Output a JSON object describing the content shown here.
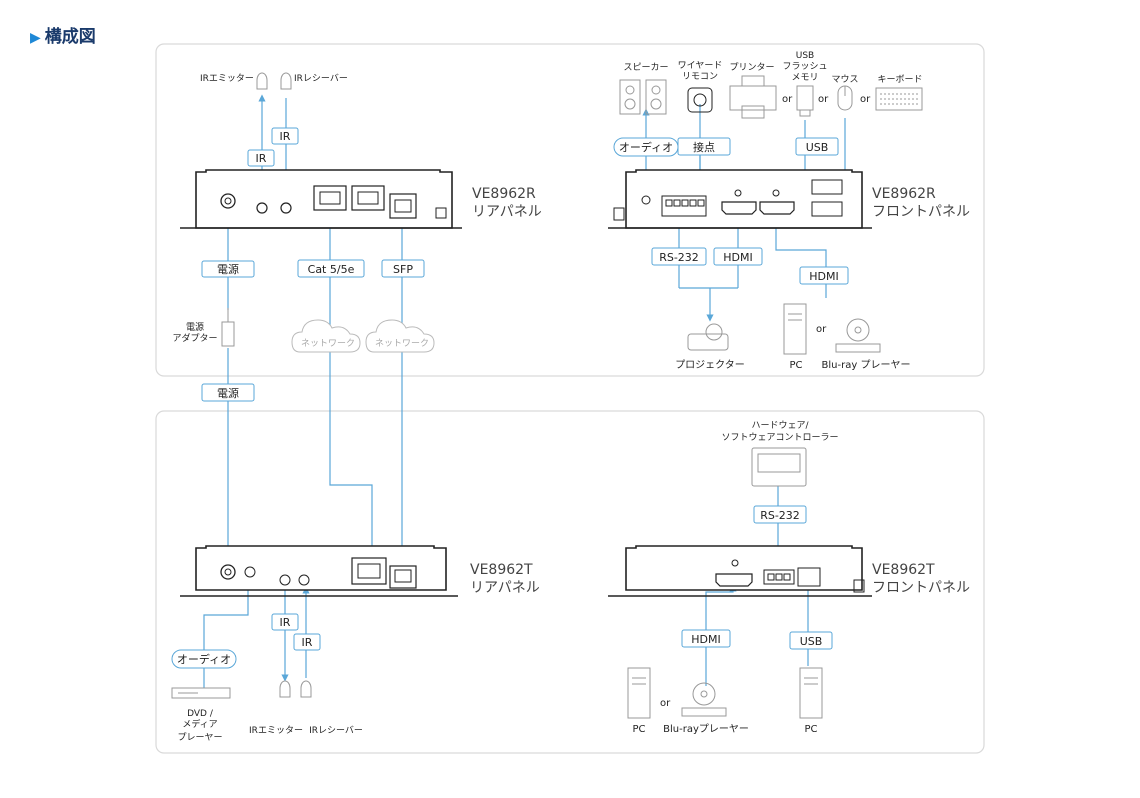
{
  "section_title": "構成図",
  "upper_panel": {
    "device_model": "VE8962R",
    "rear_label": "リアパネル",
    "front_label": "フロントパネル",
    "ir_emitter": "IRエミッター",
    "ir_receiver": "IRレシーバー",
    "tag_ir": "IR",
    "tag_power": "電源",
    "tag_cat": "Cat 5/5e",
    "tag_sfp": "SFP",
    "network": "ネットワーク",
    "power_adapter": [
      "電源",
      "アダプター"
    ],
    "speaker": "スピーカー",
    "wired_remote": [
      "ワイヤード",
      "リモコン"
    ],
    "printer": "プリンター",
    "usb_flash": [
      "USB",
      "フラッシュ",
      "メモリ"
    ],
    "mouse": "マウス",
    "keyboard": "キーボード",
    "or": "or",
    "tag_audio": "オーディオ",
    "tag_contact": "接点",
    "tag_usb": "USB",
    "tag_rs232": "RS-232",
    "tag_hdmi": "HDMI",
    "projector": "プロジェクター",
    "pc": "PC",
    "bluray": "Blu-ray プレーヤー"
  },
  "between_power_tag": "電源",
  "lower_panel": {
    "device_model": "VE8962T",
    "rear_label": "リアパネル",
    "front_label": "フロントパネル",
    "controller": [
      "ハードウェア/",
      "ソフトウェアコントローラー"
    ],
    "tag_rs232": "RS-232",
    "tag_hdmi": "HDMI",
    "tag_usb": "USB",
    "tag_ir": "IR",
    "tag_audio": "オーディオ",
    "dvd_player": [
      "DVD /",
      "メディア",
      "プレーヤー"
    ],
    "ir_emitter": "IRエミッター",
    "ir_receiver": "IRレシーバー",
    "pc": "PC",
    "bluray": "Blu-rayプレーヤー",
    "or": "or"
  },
  "colors": {
    "line": "#5aa7d8",
    "title": "#1a3a6b",
    "arrow_marker": "#1e88d6",
    "panel_border": "#d9d9d9",
    "device": "#222222"
  }
}
